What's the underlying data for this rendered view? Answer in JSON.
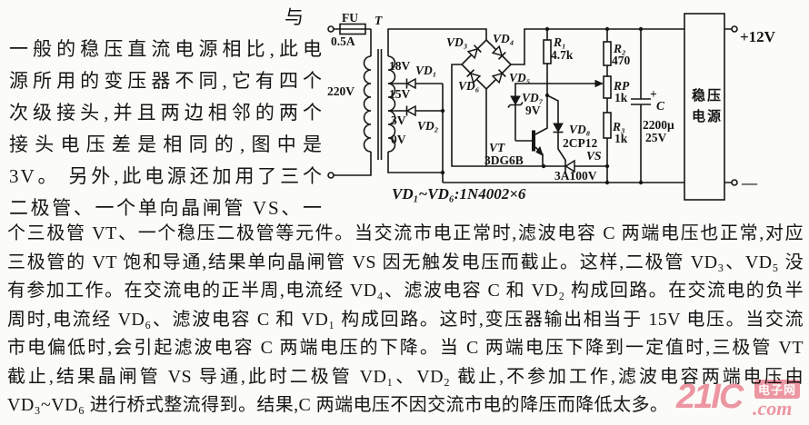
{
  "intro": {
    "lead": "与",
    "lines": [
      "一般的稳压直流电源相比,此电",
      "源所用的变压器不同,它有四个",
      "次级接头,并且两边相邻的两个",
      "接头电压差是相同的,图中是",
      "3V。 另外,此电源还加用了三个",
      "二极管、一个单向晶闸管 VS、一"
    ]
  },
  "body": {
    "lines": [
      "个三极管 VT、一个稳压二极管等元件。当交流市电正常时,滤波电容 C 两端电压也正常,对应",
      "三极管的 VT 饱和导通,结果单向晶闸管 VS 因无触发电压而截止。这样,二极管 VD₃、VD₅ 没",
      "有参加工作。在交流电的正半周,电流经 VD₄、滤波电容 C 和 VD₂ 构成回路。在交流电的负半",
      "周时,电流经 VD₆、滤波电容 C 和 VD₁ 构成回路。这时,变压器输出相当于 15V 电压。当交流",
      "市电偏低时,会引起滤波电容 C 两端电压的下降。当 C 两端电压下降到一定值时,三极管 VT",
      "截止,结果晶闸管 VS 导通,此时二极管 VD₁、VD₂ 截止,不参加工作,滤波电容两端电压由",
      "VD₃~VD₆ 进行桥式整流得到。结果,C 两端电压不因交流市电的降压而降低太多。"
    ]
  },
  "circuit": {
    "caption": "VD₁~VD₆:1N4002×6",
    "fuse": {
      "ref": "FU",
      "rating": "0.5A"
    },
    "transformer": {
      "ref": "T",
      "primary": "220V",
      "taps": [
        "18V",
        "15V",
        "3V",
        "0V"
      ]
    },
    "diodes": {
      "vd1": "VD₁",
      "vd2": "VD₂",
      "vd3": "VD₃",
      "vd4": "VD₄",
      "vd5": "VD₅",
      "vd6": "VD₆",
      "vd7": "VD₇",
      "vd7_val": "9V",
      "vd8": "VD₈",
      "vd8_val": "2CP12"
    },
    "thyristor": {
      "ref": "VS",
      "val": "3A100V"
    },
    "transistor": {
      "ref": "VT",
      "val": "3DG6B"
    },
    "resistors": {
      "r1": "R₁",
      "r1_val": "4.7k",
      "r2": "R₂",
      "r2_val": "470",
      "rp": "RP",
      "rp_val": "1k",
      "r3": "R₃",
      "r3_val": "1k"
    },
    "capacitor": {
      "ref": "C",
      "plus": "+",
      "val1": "2200μ",
      "val2": "25V"
    },
    "box": {
      "line1": "稳压",
      "line2": "电源"
    },
    "outputs": {
      "pos": "+12V",
      "neg": "—"
    }
  },
  "watermark": {
    "brand": "21IC",
    "domain": ".com",
    "badge": "电子网",
    "color": "#ef8fa0"
  }
}
